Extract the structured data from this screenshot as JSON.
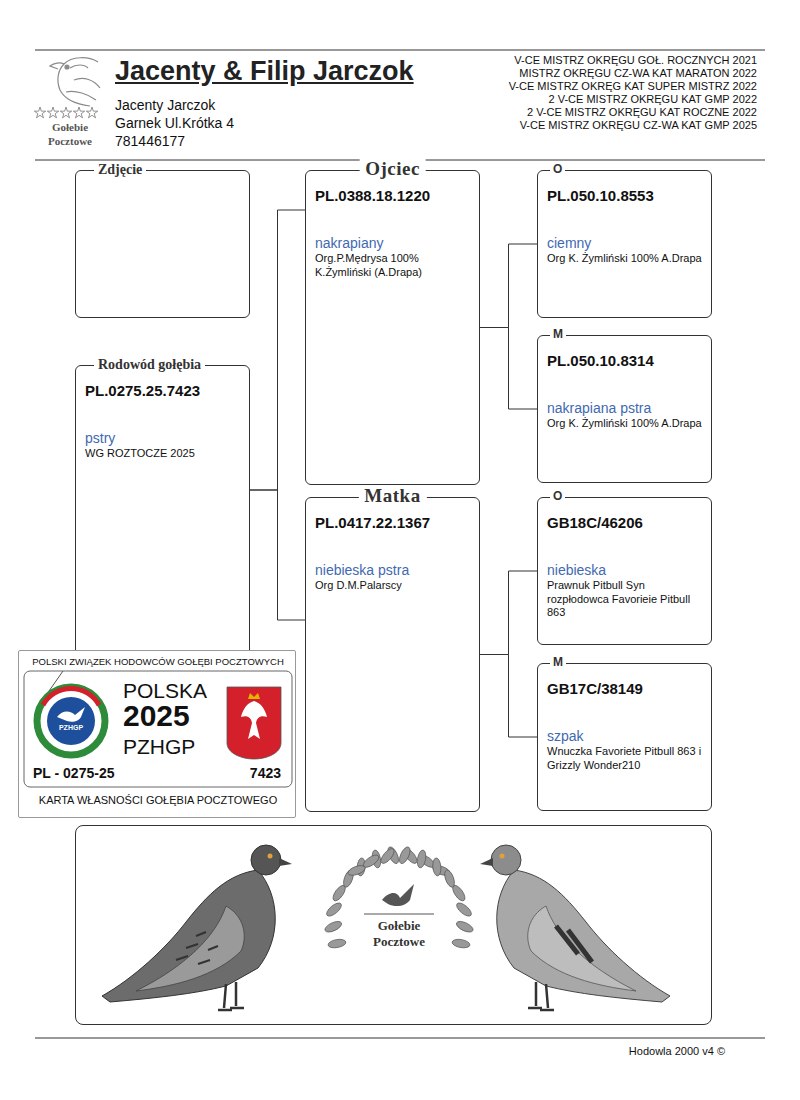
{
  "diagram": {
    "title": "Jacenty & Filip Jarczok",
    "nodes": [
      {
        "text": [
          "Zdjęcie"
        ]
      },
      {
        "text": [
          "Rodowód gołębia",
          "PL.0275.25.7423",
          "pstry",
          "WG ROZTOCZE 2025"
        ]
      },
      {
        "text": [
          "Ojciec",
          "PL.0388.18.1220",
          "nakrapiany",
          "Org.P.Mędrysa 100% K.Żymliński (A.Drapa)"
        ]
      },
      {
        "text": [
          "Matka",
          "PL.0417.22.1367",
          "niebieska pstra",
          "Org D.M.Palarscy"
        ]
      },
      {
        "text": [
          "O",
          "PL.050.10.8553",
          "ciemny",
          "Org K. Żymliński 100% A.Drapa"
        ]
      },
      {
        "text": [
          "M",
          "PL.050.10.8314",
          "nakrapiana pstra",
          "Org K. Żymliński 100% A.Drapa"
        ]
      },
      {
        "text": [
          "O",
          "GB18C/46206",
          "niebieska",
          "Prawnuk Pitbull Syn rozpłodowca Favorieie Pitbull 863"
        ]
      },
      {
        "text": [
          "M",
          "GB17C/38149",
          "szpak",
          "Wnuczka Favoriete Pitbull 863 i Grizzly Wonder210"
        ]
      },
      {
        "text": [
          "POLSKI ZWIĄZEK HODOWCÓW GOŁĘBI POCZTOWYCH",
          "PZHGP",
          "POLSKA",
          "2025",
          "PZHGP",
          "PL - 0275-25",
          "7423",
          "KARTA WŁASNOŚCI GOŁĘBIA POCZTOWEGO"
        ]
      },
      {
        "text": [
          "Gołebie Pocztowe"
        ]
      }
    ],
    "edges": [
      {
        "from": 1,
        "to": 2,
        "arrow": "none"
      },
      {
        "from": 1,
        "to": 3,
        "arrow": "none"
      },
      {
        "from": 2,
        "to": 4,
        "arrow": "none"
      },
      {
        "from": 2,
        "to": 5,
        "arrow": "none"
      },
      {
        "from": 3,
        "to": 6,
        "arrow": "none"
      },
      {
        "from": 3,
        "to": 7,
        "arrow": "none"
      }
    ],
    "labels": [
      "Jacenty Jarczok",
      "Garnek Ul.Krótka 4",
      "781446177",
      "V-CE MISTRZ OKRĘGU GOŁ. ROCZNYCH 2021",
      "MISTRZ OKRĘGU CZ-WA KAT MARATON 2022",
      "V-CE MISTRZ OKRĘG KAT SUPER MISTRZ 2022",
      "2 V-CE MISTRZ OKRĘGU KAT GMP 2022",
      "2 V-CE MISTRZ OKRĘGU KAT ROCZNE 2022",
      "V-CE MISTRZ OKRĘGU CZ-WA KAT GMP 2025",
      "Gołebie Pocztowe",
      "Hodowla 2000 v4 ©"
    ]
  }
}
